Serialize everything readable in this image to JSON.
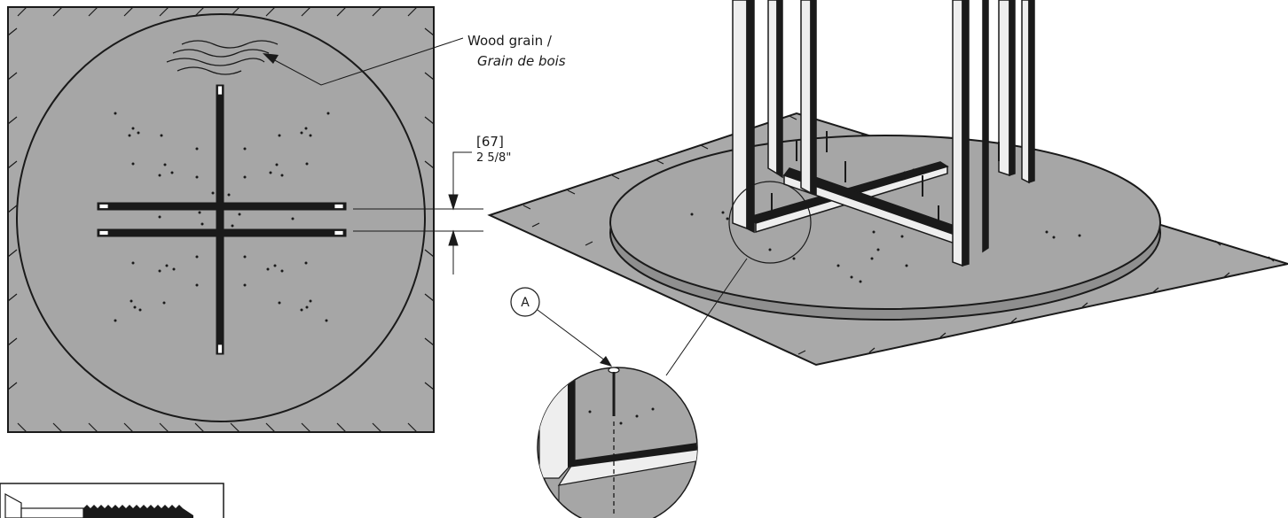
{
  "callouts": {
    "grain_en": "Wood grain /",
    "grain_fr": "Grain de bois",
    "dim_mm": "[67]",
    "dim_in": "2 5/8\"",
    "detail_letter": "A"
  },
  "colors": {
    "panel_fill": "#a9a9a9",
    "table_fill": "#a6a6a6",
    "frame_fill": "#eeeeee",
    "line": "#1a1a1a",
    "background": "#ffffff"
  }
}
